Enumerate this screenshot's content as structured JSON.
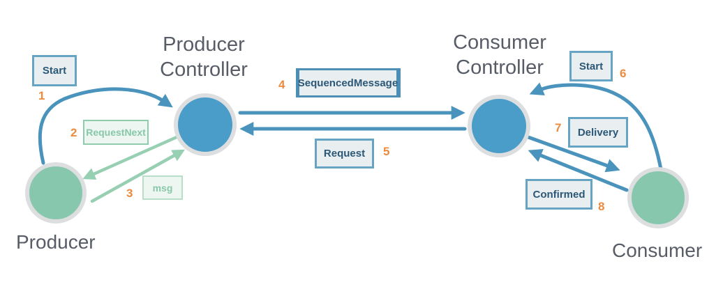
{
  "nodes": {
    "producer_controller": {
      "line1": "Producer",
      "line2": "Controller"
    },
    "consumer_controller": {
      "line1": "Consumer",
      "line2": "Controller"
    },
    "producer": {
      "label": "Producer"
    },
    "consumer": {
      "label": "Consumer"
    }
  },
  "messages": {
    "start_producer": {
      "label": "Start",
      "step": "1"
    },
    "request_next": {
      "label": "RequestNext",
      "step": "2"
    },
    "msg": {
      "label": "msg",
      "step": "3"
    },
    "sequenced_message": {
      "label": "SequencedMessage",
      "step": "4"
    },
    "request": {
      "label": "Request",
      "step": "5"
    },
    "start_consumer": {
      "label": "Start",
      "step": "6"
    },
    "delivery": {
      "label": "Delivery",
      "step": "7"
    },
    "confirmed": {
      "label": "Confirmed",
      "step": "8"
    }
  },
  "flows": [
    {
      "name": "start-producer-to-producer-controller",
      "color": "blue",
      "style": "curved"
    },
    {
      "name": "request-next-controller-to-producer",
      "color": "green",
      "style": "straight"
    },
    {
      "name": "msg-producer-to-controller",
      "color": "green",
      "style": "straight"
    },
    {
      "name": "sequenced-message-producer-controller-to-consumer-controller",
      "color": "blue",
      "style": "straight"
    },
    {
      "name": "request-consumer-controller-to-producer-controller",
      "color": "blue",
      "style": "straight"
    },
    {
      "name": "start-consumer-to-consumer-controller",
      "color": "blue",
      "style": "curved"
    },
    {
      "name": "delivery-controller-to-consumer",
      "color": "blue",
      "style": "straight"
    },
    {
      "name": "confirmed-consumer-to-controller",
      "color": "blue",
      "style": "straight"
    }
  ],
  "colors": {
    "arrow_blue": "#4a93bd",
    "arrow_green": "#96cfb2",
    "node_blue": "#4a9cc9",
    "node_green": "#87c7ad",
    "ring_grey": "#dcdedf",
    "title_grey": "#575c66",
    "step_orange": "#ec8a3d",
    "box_blue_fill": "#e9eef1",
    "box_blue_border": "#67a3c3",
    "box_blue_border_strong": "#4d8fb4",
    "box_blue_text": "#2b5876",
    "box_green_fill": "#eef6f1",
    "box_green_border": "#8fcbad",
    "box_green_border_light": "#b8ddc9",
    "box_green_text": "#86c8a9"
  }
}
